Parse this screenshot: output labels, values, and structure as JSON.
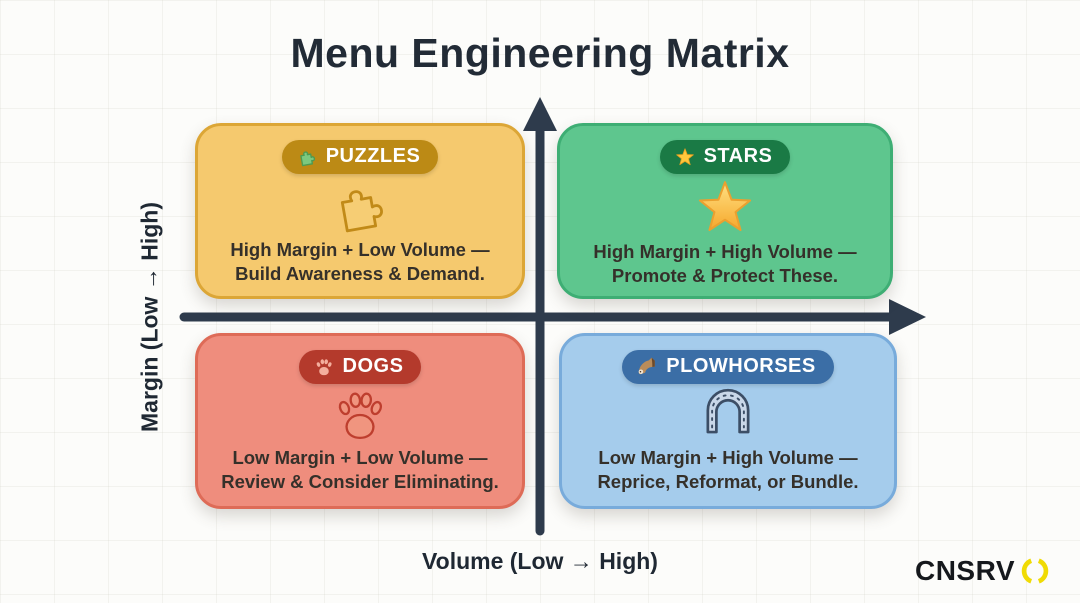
{
  "title": "Menu Engineering Matrix",
  "title_color": "#222B36",
  "axes": {
    "y_label": "Margin (Low → High)",
    "x_label": "Volume (Low → High)",
    "axis_color": "#2E3B4C"
  },
  "quadrants": [
    {
      "id": "puzzles",
      "badge_label": "PUZZLES",
      "badge_icon": "puzzle-emoji-icon",
      "center_icon": "puzzle-piece-icon",
      "desc_line1": "High Margin + Low Volume —",
      "desc_line2": "Build Awareness & Demand.",
      "colors": {
        "card_bg": "#F5C96E",
        "card_border": "#DCA636",
        "badge_bg": "#BC8A15",
        "icon_stroke": "#C18A18",
        "icon_fill": "#F6CD74"
      }
    },
    {
      "id": "stars",
      "badge_label": "STARS",
      "badge_icon": "star-emoji-icon",
      "center_icon": "star-icon",
      "desc_line1": "High Margin + High Volume —",
      "desc_line2": "Promote & Protect These.",
      "colors": {
        "card_bg": "#5EC68E",
        "card_border": "#3EAE74",
        "badge_bg": "#1A7A45",
        "icon_stroke": "#EBA02F",
        "icon_fill": "#FFD452"
      }
    },
    {
      "id": "dogs",
      "badge_label": "DOGS",
      "badge_icon": "paw-emoji-icon",
      "center_icon": "paw-print-icon",
      "desc_line1": "Low Margin + Low Volume —",
      "desc_line2": "Review & Consider Eliminating.",
      "colors": {
        "card_bg": "#EF8D7D",
        "card_border": "#DE6B57",
        "badge_bg": "#B43A2C",
        "icon_stroke": "#BE3E2E",
        "icon_fill": "#F0957F"
      }
    },
    {
      "id": "plowhorses",
      "badge_label": "PLOWHORSES",
      "badge_icon": "horse-emoji-icon",
      "center_icon": "horseshoe-icon",
      "desc_line1": "Low Margin + High Volume —",
      "desc_line2": "Reprice, Reformat, or Bundle.",
      "colors": {
        "card_bg": "#A5CCEC",
        "card_border": "#78ABDB",
        "badge_bg": "#3B6EA6",
        "icon_stroke": "#3C4E66",
        "icon_fill": "#C9D7E8"
      }
    }
  ],
  "logo": {
    "text": "CNSRV",
    "ring_color": "#F0DB04"
  }
}
